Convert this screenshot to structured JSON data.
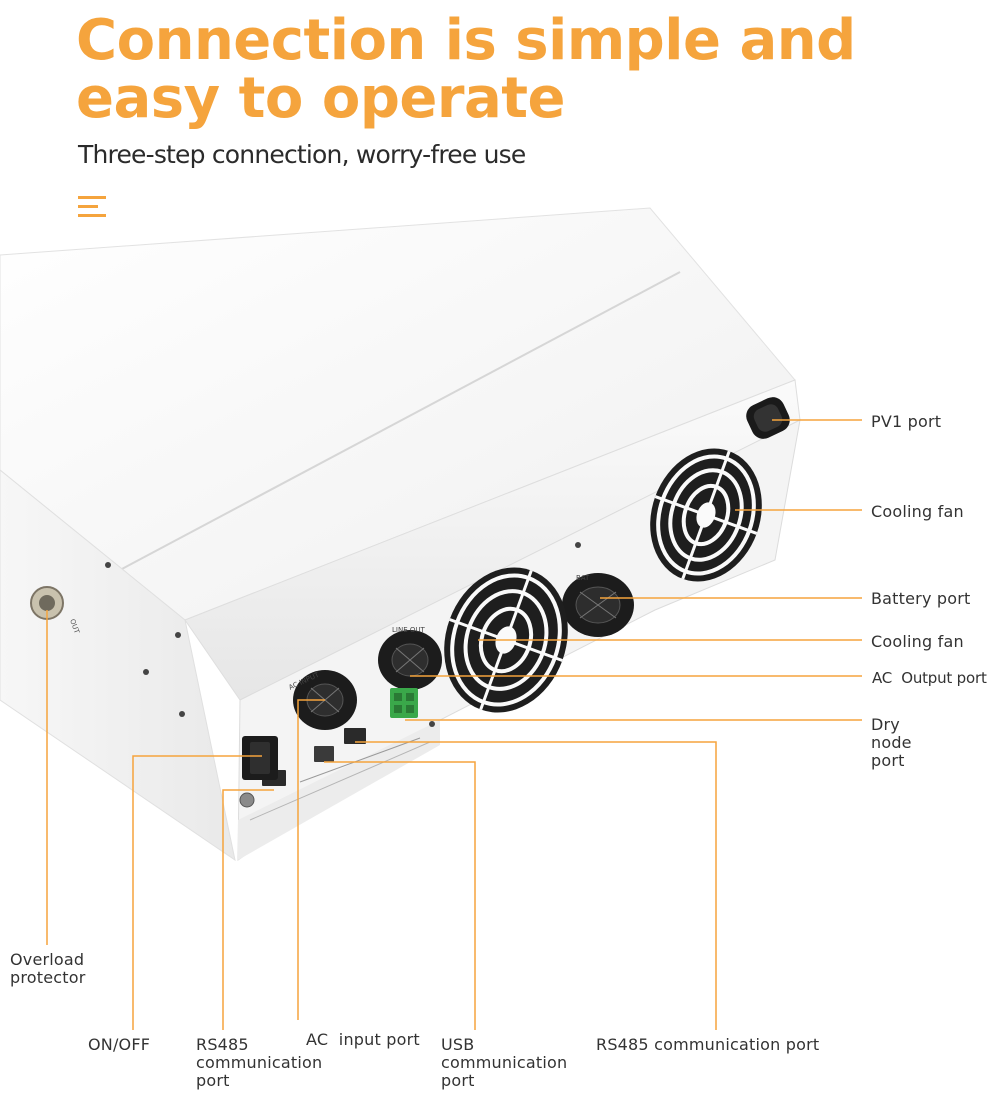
{
  "header": {
    "title": "Connection is simple and easy to operate",
    "subtitle": "Three-step connection, worry-free use",
    "menu_icon": "menu-lines-icon"
  },
  "colors": {
    "accent": "#f5a43d",
    "callout_line": "#f5a43d",
    "device_body": "#f2f2f2",
    "port_dark": "#1c1c1c",
    "terminal_green": "#3aa84a"
  },
  "labels": {
    "pv1_port": "PV1 port",
    "cooling_fan_1": "Cooling fan",
    "battery_port": "Battery port",
    "cooling_fan_2": "Cooling fan",
    "ac_output_port": "AC  Output port",
    "dry_node_port": "Dry\nnode\nport",
    "overload_protector": "Overload\nprotector",
    "on_off": "ON/OFF",
    "rs485_port_left": "RS485\ncommunication\nport",
    "ac_input_port": "AC  input port",
    "usb_port": "USB\ncommunication\nport",
    "rs485_port_right": "RS485 communication port"
  }
}
